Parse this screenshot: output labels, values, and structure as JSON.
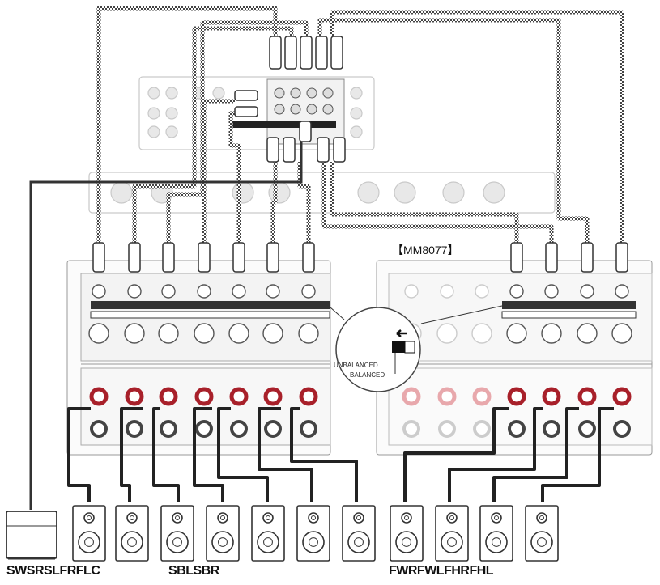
{
  "amp_label": "【MM8077】",
  "switch_labels": {
    "unbalanced": "UNBALANCED",
    "balanced": "BALANCED"
  },
  "speaker_groups": [
    {
      "text": "SWSRSLFRFLC"
    },
    {
      "text": "SBLSBR"
    },
    {
      "text": "FWRFWLFHRFHL"
    }
  ],
  "colors": {
    "cable": "#555555",
    "speaker_terminal_red": "#a8202a",
    "panel_line": "#7a7a7a",
    "faded": "#c8c8c8"
  }
}
